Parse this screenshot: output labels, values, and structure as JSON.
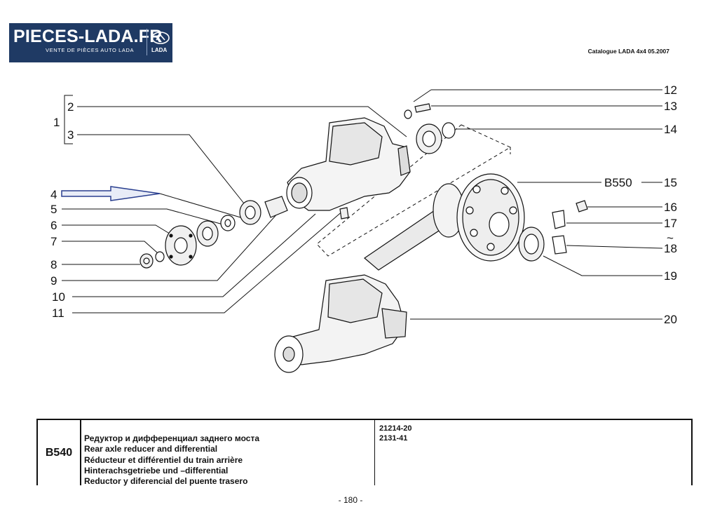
{
  "header": {
    "logo_text": "PIECES-LADA.FR",
    "logo_tagline": "VENTE DE PIÈCES AUTO LADA",
    "logo_brand": "LADA",
    "catalogue": "Catalogue LADA 4x4 05.2007"
  },
  "labels": {
    "group_1": "1",
    "l2": "2",
    "l3": "3",
    "l4": "4",
    "l5": "5",
    "l6": "6",
    "l7": "7",
    "l8": "8",
    "l9": "9",
    "l10": "10",
    "l11": "11",
    "l12": "12",
    "l13": "13",
    "l14": "14",
    "l15": "15",
    "ref_15": "B550",
    "l16": "16",
    "l17": "17",
    "tilde": "~",
    "l18": "18",
    "l19": "19",
    "l20": "20"
  },
  "footer": {
    "code": "B540",
    "descriptions": [
      "Редуктор и дифференциал заднего моста",
      "Rear axle reducer and differential",
      "Réducteur et différentiel du train arrière",
      "Hinterachsgetriebe und –differential",
      "Reductor y diferencial del puente trasero"
    ],
    "refs": [
      "21214-20",
      "2131-41"
    ],
    "page_number": "- 180 -"
  }
}
